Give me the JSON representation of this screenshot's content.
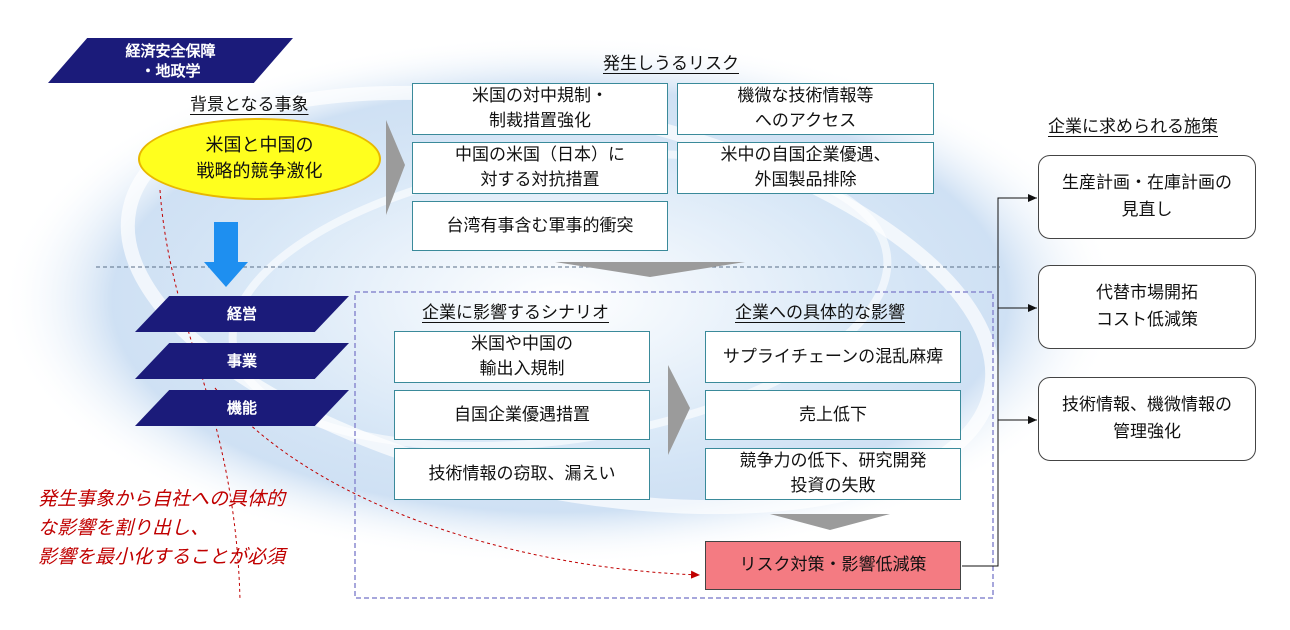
{
  "tag": "経済安全保障\n・地政学",
  "headers": {
    "background": "背景となる事象",
    "risks": "発生しうるリスク",
    "scenarios": "企業に影響するシナリオ",
    "impacts": "企業への具体的な影響",
    "measures": "企業に求められる施策"
  },
  "event": "米国と中国の\n戦略的競争激化",
  "levels": [
    "経営",
    "事業",
    "機能"
  ],
  "risks": [
    "米国の対中規制・\n制裁措置強化",
    "機微な技術情報等\nへのアクセス",
    "中国の米国（日本）に\n対する対抗措置",
    "米中の自国企業優遇、\n外国製品排除",
    "台湾有事含む軍事的衝突"
  ],
  "scenarios": [
    "米国や中国の\n輸出入規制",
    "自国企業優遇措置",
    "技術情報の窃取、漏えい"
  ],
  "impacts": [
    "サプライチェーンの混乱麻痺",
    "売上低下",
    "競争力の低下、研究開発\n投資の失敗"
  ],
  "countermeasure": "リスク対策・影響低減策",
  "measures": [
    "生産計画・在庫計画の\n見直し",
    "代替市場開拓\nコスト低減策",
    "技術情報、機微情報の\n管理強化"
  ],
  "note": "発生事象から自社への具体的\nな影響を割り出し、\n影響を最小化することが必須",
  "colors": {
    "navy": "#1b1b7a",
    "ellipse": "#ffff1e",
    "counter": "#f47b82",
    "note": "#c00000",
    "arrow_gray": "#9b9b9b",
    "arrow_blue": "#1e8ff0"
  }
}
